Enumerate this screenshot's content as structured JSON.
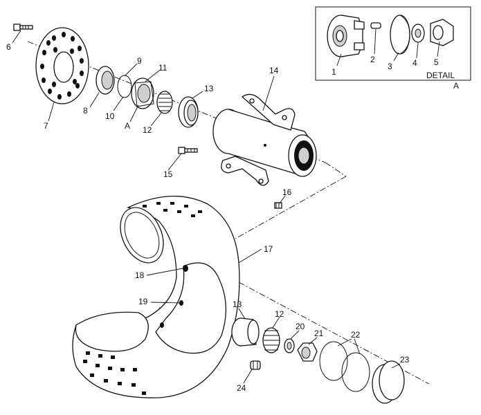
{
  "diagram": {
    "detail": {
      "title": "DETAIL",
      "letter": "A"
    },
    "callouts": [
      {
        "id": "1",
        "text": "1"
      },
      {
        "id": "2",
        "text": "2"
      },
      {
        "id": "3",
        "text": "3"
      },
      {
        "id": "4",
        "text": "4"
      },
      {
        "id": "5",
        "text": "5"
      },
      {
        "id": "6",
        "text": "6"
      },
      {
        "id": "7",
        "text": "7"
      },
      {
        "id": "8",
        "text": "8"
      },
      {
        "id": "9",
        "text": "9"
      },
      {
        "id": "10",
        "text": "10"
      },
      {
        "id": "11",
        "text": "11"
      },
      {
        "id": "A",
        "text": "A"
      },
      {
        "id": "12a",
        "text": "12"
      },
      {
        "id": "13a",
        "text": "13"
      },
      {
        "id": "14",
        "text": "14"
      },
      {
        "id": "15",
        "text": "15"
      },
      {
        "id": "16",
        "text": "16"
      },
      {
        "id": "17",
        "text": "17"
      },
      {
        "id": "18",
        "text": "18"
      },
      {
        "id": "19",
        "text": "19"
      },
      {
        "id": "13b",
        "text": "13"
      },
      {
        "id": "12b",
        "text": "12"
      },
      {
        "id": "20",
        "text": "20"
      },
      {
        "id": "21",
        "text": "21"
      },
      {
        "id": "22",
        "text": "22"
      },
      {
        "id": "23",
        "text": "23"
      },
      {
        "id": "24",
        "text": "24"
      }
    ]
  }
}
